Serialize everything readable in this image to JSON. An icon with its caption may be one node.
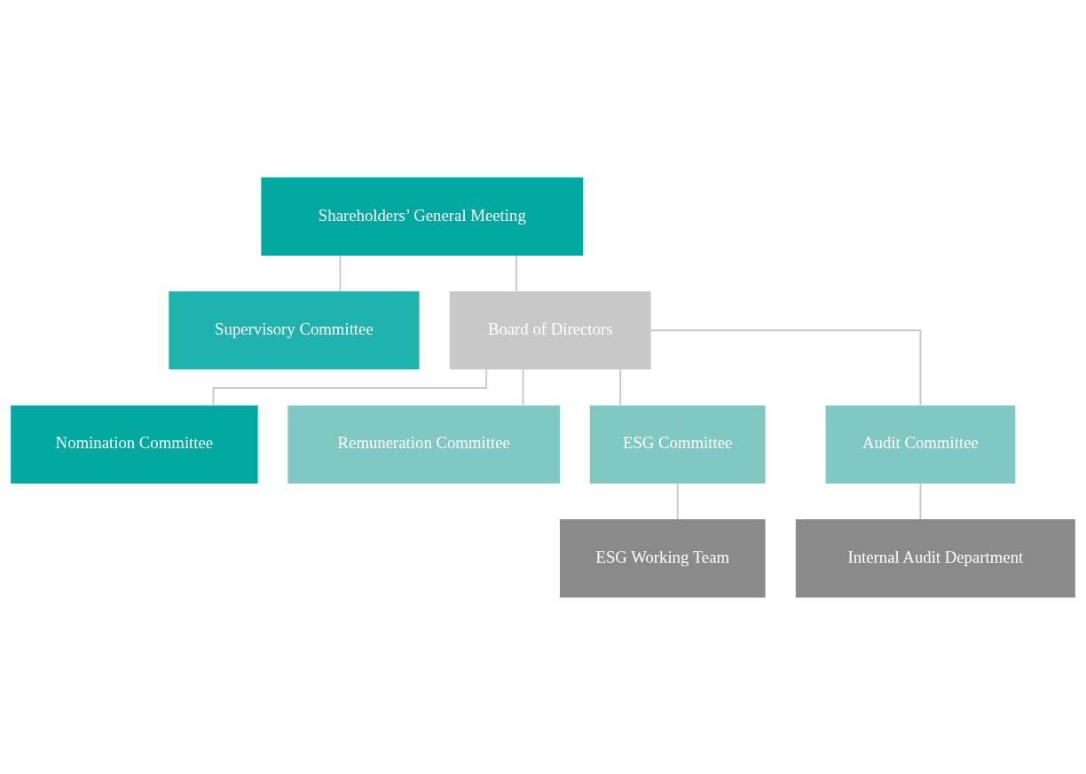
{
  "diagram": {
    "nodes": [
      {
        "text": [
          "Shareholders’ General Meeting"
        ]
      },
      {
        "text": [
          "Supervisory Committee"
        ]
      },
      {
        "text": [
          "Board of Directors"
        ]
      },
      {
        "text": [
          "Nomination Committee"
        ]
      },
      {
        "text": [
          "Remuneration Committee"
        ]
      },
      {
        "text": [
          "ESG Committee"
        ]
      },
      {
        "text": [
          "Audit Committee"
        ]
      },
      {
        "text": [
          "ESG Working Team"
        ]
      },
      {
        "text": [
          "Internal Audit Department"
        ]
      }
    ],
    "edges": [
      {
        "from": 0,
        "to": 1,
        "arrow": "none"
      },
      {
        "from": 0,
        "to": 2,
        "arrow": "none"
      },
      {
        "from": 2,
        "to": 3,
        "arrow": "none"
      },
      {
        "from": 2,
        "to": 4,
        "arrow": "none"
      },
      {
        "from": 2,
        "to": 5,
        "arrow": "none"
      },
      {
        "from": 2,
        "to": 6,
        "arrow": "none"
      },
      {
        "from": 5,
        "to": 7,
        "arrow": "none"
      },
      {
        "from": 6,
        "to": 8,
        "arrow": "none"
      }
    ]
  }
}
